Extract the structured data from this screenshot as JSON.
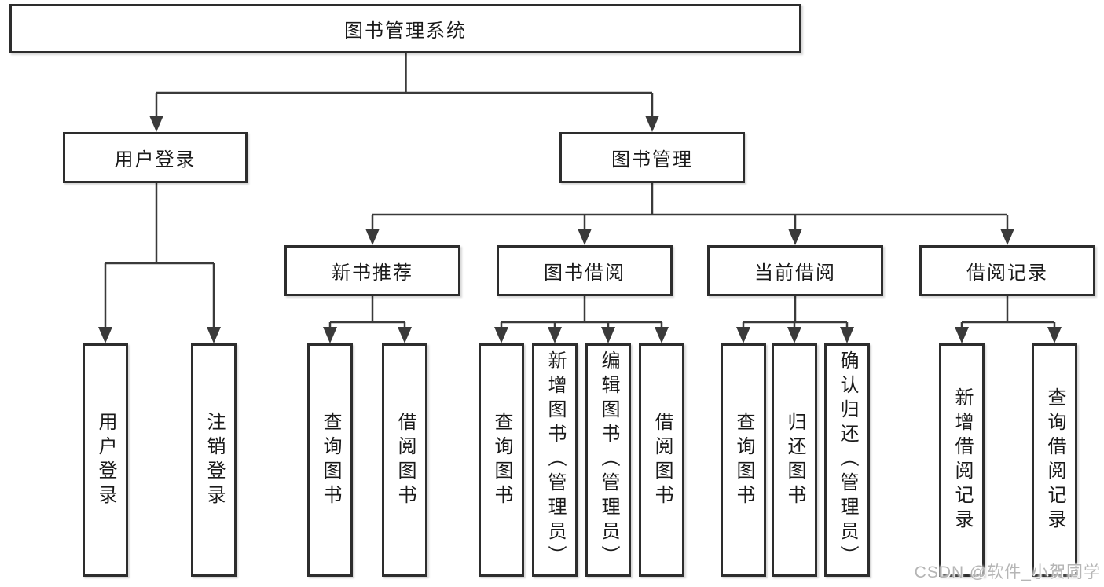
{
  "diagram": {
    "type": "tree",
    "title": {
      "label": "图书管理系统"
    },
    "level2": {
      "user_login": {
        "label": "用户登录"
      },
      "book_mgmt": {
        "label": "图书管理"
      }
    },
    "level3": {
      "new_book": {
        "label": "新书推荐"
      },
      "book_borrow": {
        "label": "图书借阅"
      },
      "current_borrow": {
        "label": "当前借阅"
      },
      "borrow_records": {
        "label": "借阅记录"
      }
    },
    "leaves": {
      "user_login": {
        "label": "用户登录"
      },
      "logout": {
        "label": "注销登录"
      },
      "nb_query": {
        "label": "查询图书"
      },
      "nb_borrow": {
        "label": "借阅图书"
      },
      "bb_query": {
        "label": "查询图书"
      },
      "bb_add": {
        "label": "新增图书（管理员）"
      },
      "bb_edit": {
        "label": "编辑图书（管理员）"
      },
      "bb_borrow": {
        "label": "借阅图书"
      },
      "cb_query": {
        "label": "查询图书"
      },
      "cb_return": {
        "label": "归还图书"
      },
      "cb_confirm": {
        "label": "确认归还（管理员）"
      },
      "rec_add": {
        "label": "新增借阅记录"
      },
      "rec_query": {
        "label": "查询借阅记录"
      }
    },
    "hierarchy": {
      "图书管理系统": {
        "用户登录": [
          "用户登录",
          "注销登录"
        ],
        "图书管理": {
          "新书推荐": [
            "查询图书",
            "借阅图书"
          ],
          "图书借阅": [
            "查询图书",
            "新增图书（管理员）",
            "编辑图书（管理员）",
            "借阅图书"
          ],
          "当前借阅": [
            "查询图书",
            "归还图书",
            "确认归还（管理员）"
          ],
          "借阅记录": [
            "新增借阅记录",
            "查询借阅记录"
          ]
        }
      }
    },
    "watermark": "CSDN @软件_小贺同学",
    "colors": {
      "box_border": "#2d2d2d",
      "connector": "#3a3a3a",
      "text": "#1a1a1a",
      "background": "#ffffff",
      "watermark": "#b5b5b5"
    }
  }
}
